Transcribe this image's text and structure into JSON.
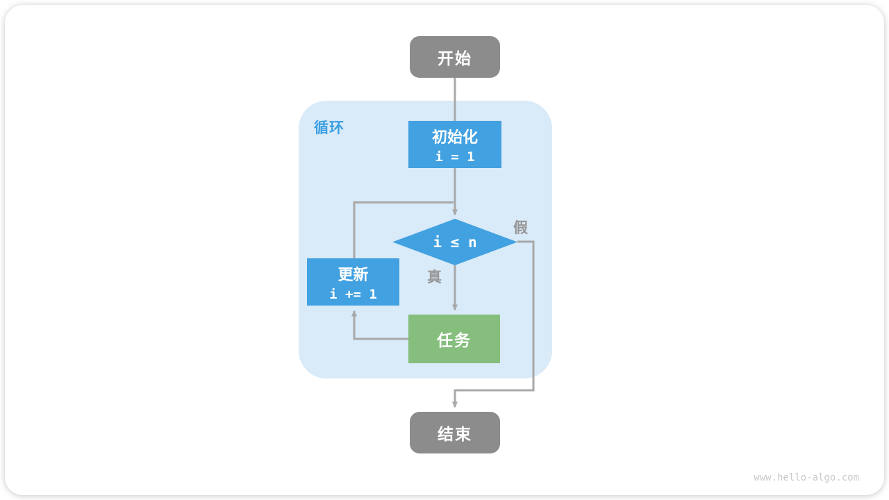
{
  "diagram": {
    "nodes": {
      "start": {
        "label": "开始"
      },
      "loop_region": {
        "label": "循环"
      },
      "init": {
        "label": "初始化",
        "code": "i = 1"
      },
      "condition": {
        "code": "i ≤ n"
      },
      "update": {
        "label": "更新",
        "code": "i += 1"
      },
      "task": {
        "label": "任务"
      },
      "end": {
        "label": "结束"
      }
    },
    "edge_labels": {
      "true_branch": "真",
      "false_branch": "假"
    },
    "watermark": "www.hello-algo.com",
    "colors": {
      "node_blue": "#42a1e0",
      "node_green": "#85be7d",
      "node_gray": "#8c8c8c",
      "region_bg": "#d9eaf8",
      "region_label": "#3da0e2",
      "line_gray": "#a8a8a8",
      "edge_label": "#979797",
      "watermark": "#c9c9c9"
    }
  }
}
